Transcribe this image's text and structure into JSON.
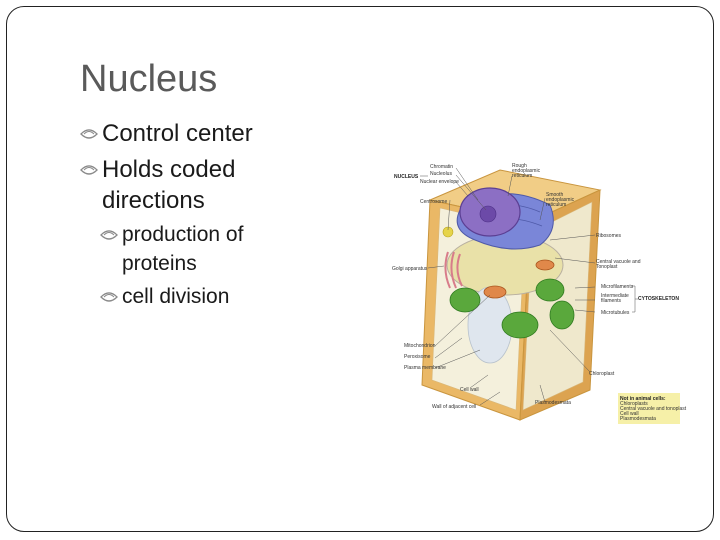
{
  "slide": {
    "title": "Nucleus",
    "bullets": {
      "b1": "Control center",
      "b2_line1": "Holds coded",
      "b2_line2": "directions",
      "sub1_line1": "production of",
      "sub1_line2": "proteins",
      "sub2": "cell division"
    }
  },
  "figure": {
    "labels": {
      "chromatin": "Chromatin",
      "nucleolus": "Nucleolus",
      "nuclear_envelope": "Nuclear envelope",
      "nucleus": "NUCLEUS",
      "rough_er_1": "Rough",
      "rough_er_2": "endoplasmic",
      "rough_er_3": "reticulum",
      "smooth_er_1": "Smooth",
      "smooth_er_2": "endoplasmic",
      "smooth_er_3": "reticulum",
      "centrosome": "Centrosome",
      "ribosomes": "Ribosomes",
      "golgi": "Golgi apparatus",
      "central_vacuole_1": "Central vacuole and",
      "central_vacuole_2": "Tonoplast",
      "microfilaments": "Microfilaments",
      "intermediate_1": "Intermediate",
      "intermediate_2": "filaments",
      "cytoskeleton": "CYTOSKELETON",
      "microtubules": "Microtubules",
      "mitochondrion": "Mitochondrion",
      "peroxisome": "Peroxisome",
      "plasma_membrane": "Plasma membrane",
      "chloroplast": "Chloroplast",
      "cell_wall": "Cell wall",
      "wall_adjacent": "Wall of adjacent cell",
      "plasmodesmata": "Plasmodesmata"
    },
    "note": {
      "title": "Not in animal cells:",
      "line1": "Chloroplasts",
      "line2": "Central vacuole and tonoplast",
      "line3": "Cell wall",
      "line4": "Plasmodesmata"
    }
  },
  "colors": {
    "title": "#5a5a5a",
    "bullet_icon": "#8a8a8a",
    "cell_wall": "#e8b96a",
    "nucleus": "#8c6fc4",
    "er": "#7a86d8",
    "vacuole": "#e9e1a8",
    "chloroplast": "#5aa83c",
    "mitochondrion": "#e0884a",
    "note_bg": "#f6f0a8"
  }
}
